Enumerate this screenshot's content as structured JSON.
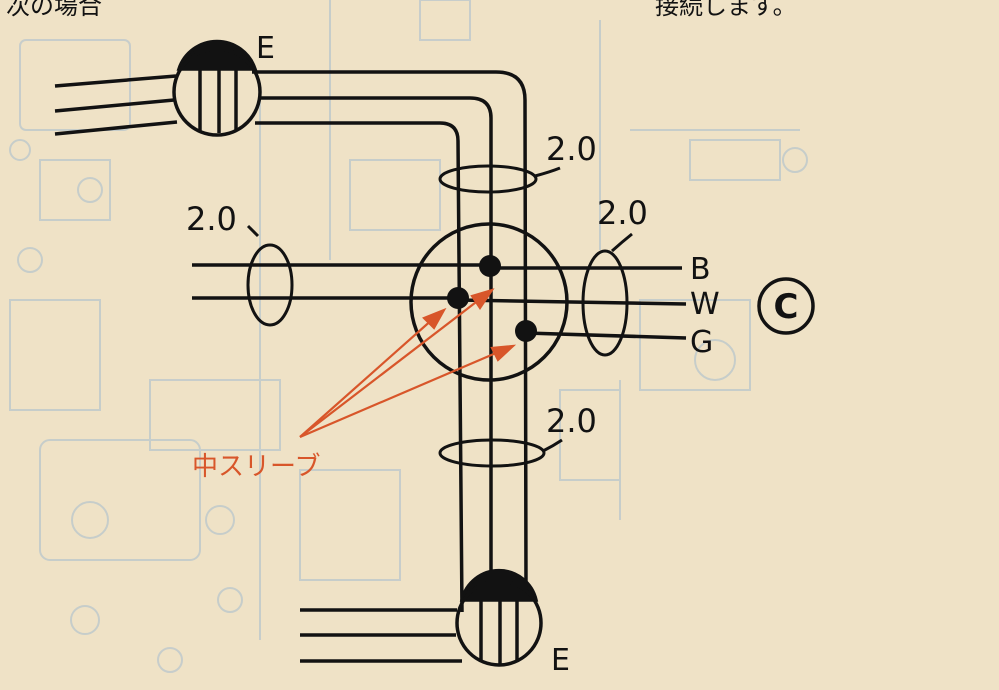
{
  "header_text": "次の場合",
  "header_text_right": "接続します。",
  "boxes": {
    "top_label": "E",
    "bottom_label": "E"
  },
  "wire_sizes": {
    "top_right": "2.0",
    "left": "2.0",
    "right": "2.0",
    "bottom": "2.0"
  },
  "wire_labels": {
    "b": "B",
    "w": "W",
    "g": "G"
  },
  "circle_label": "C",
  "sleeve_label": "中スリーブ",
  "colors": {
    "paper": "#efe2c6",
    "ink": "#121212",
    "accent": "#d8562a",
    "faint": "#b9c6cc"
  }
}
